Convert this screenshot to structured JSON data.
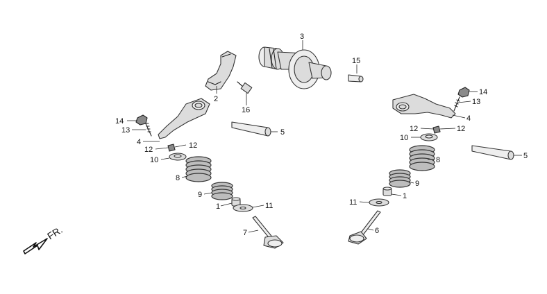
{
  "front_label": "FR.",
  "parts": {
    "p1_left": "1",
    "p1_right": "1",
    "p2": "2",
    "p3": "3",
    "p4_left": "4",
    "p4_right": "4",
    "p5_left": "5",
    "p5_right": "5",
    "p6": "6",
    "p7": "7",
    "p8_left": "8",
    "p8_right": "8",
    "p9_left": "9",
    "p9_right": "9",
    "p10_left": "10",
    "p10_right": "10",
    "p11_left": "11",
    "p11_right": "11",
    "p12_left_a": "12",
    "p12_left_b": "12",
    "p12_right_a": "12",
    "p12_right_b": "12",
    "p13_left": "13",
    "p13_right": "13",
    "p14_left": "14",
    "p14_right": "14",
    "p15": "15",
    "p16": "16"
  }
}
